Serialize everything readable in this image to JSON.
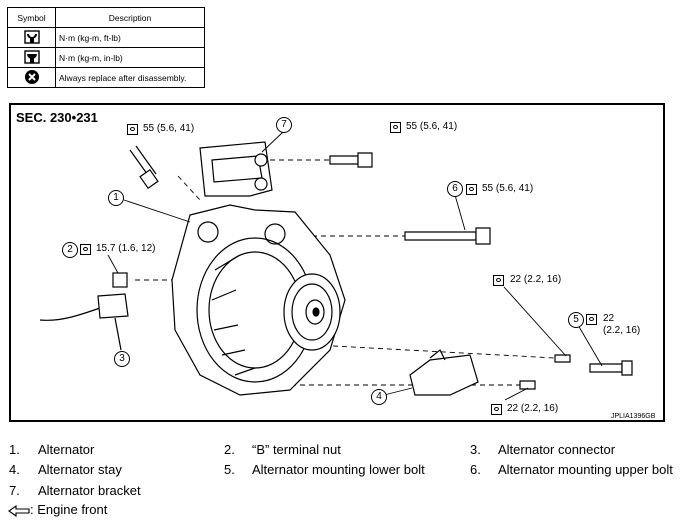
{
  "legend": {
    "header_symbol": "Symbol",
    "header_description": "Description",
    "rows": [
      {
        "icon": "torque-wrench-icon",
        "text": "N·m (kg-m, ft-lb)"
      },
      {
        "icon": "torque-wrench-small-icon",
        "text": "N·m (kg-m, in-lb)"
      },
      {
        "icon": "always-replace-icon",
        "text": "Always replace after disassembly."
      }
    ]
  },
  "diagram": {
    "section": "SEC. 230•231",
    "code": "JPLIA1396GB",
    "torques": {
      "t_top_left": "55 (5.6, 41)",
      "t_top_right": "55 (5.6, 41)",
      "t_six": "55 (5.6, 41)",
      "t_two": "15.7 (1.6, 12)",
      "t_mid_right": "22 (2.2, 16)",
      "t_five_line1": "22",
      "t_five_line2": "(2.2, 16)",
      "t_bottom": "22 (2.2, 16)"
    },
    "callouts": [
      "1",
      "2",
      "3",
      "4",
      "5",
      "6",
      "7"
    ]
  },
  "parts": [
    {
      "num": "1.",
      "name": "Alternator"
    },
    {
      "num": "2.",
      "name": "“B” terminal nut"
    },
    {
      "num": "3.",
      "name": "Alternator connector"
    },
    {
      "num": "4.",
      "name": "Alternator stay"
    },
    {
      "num": "5.",
      "name": "Alternator mounting lower bolt"
    },
    {
      "num": "6.",
      "name": "Alternator mounting upper bolt"
    },
    {
      "num": "7.",
      "name": "Alternator bracket"
    }
  ],
  "front_label": ": Engine front"
}
